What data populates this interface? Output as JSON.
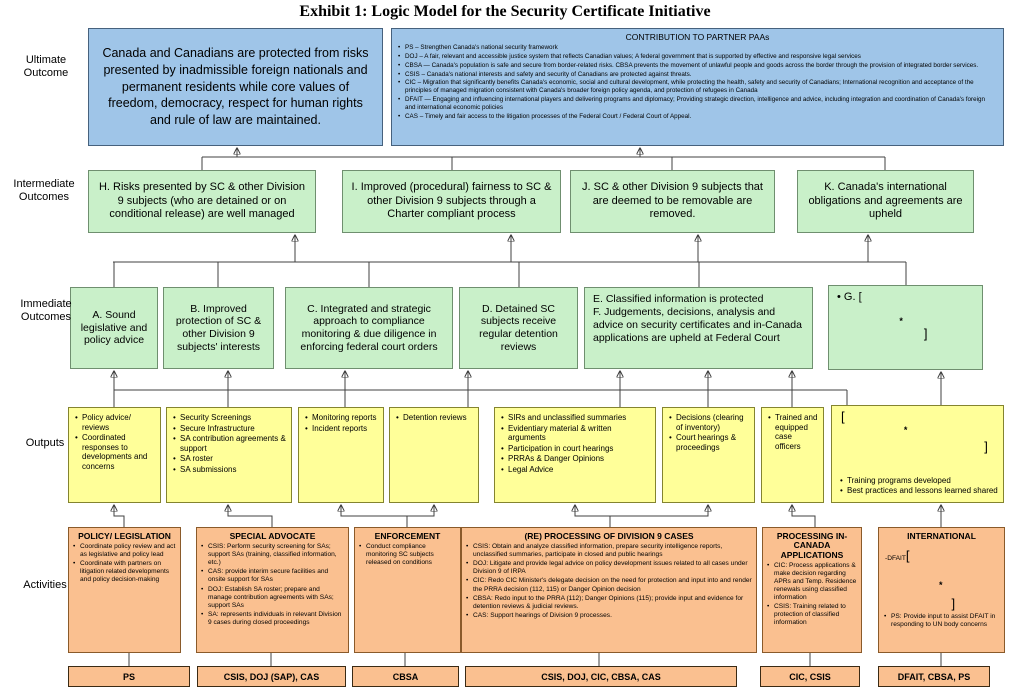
{
  "title": "Exhibit 1: Logic Model for the Security Certificate Initiative",
  "colors": {
    "blue": "#9FC5E8",
    "green": "#C9F0C9",
    "yellow": "#FFFF99",
    "orange": "#FAC090",
    "line": "#404040"
  },
  "row_labels": {
    "ultimate": "Ultimate\nOutcome",
    "intermediate": "Intermediate\nOutcomes",
    "immediate": "Immediate\nOutcomes",
    "outputs": "Outputs",
    "activities": "Activities"
  },
  "ultimate_outcome": "Canada and Canadians are protected from risks presented by inadmissible foreign nationals and permanent residents while core values of freedom, democracy, respect for human rights and rule of law are maintained.",
  "contribution": {
    "title": "CONTRIBUTION TO PARTNER PAAs",
    "items": [
      "PS – Strengthen Canada's national security framework",
      "DOJ – A fair, relevant and accessible justice system that reflects Canadian values; A federal government that is supported by effective and responsive legal services",
      "CBSA — Canada's population is safe and secure from border-related risks.  CBSA prevents the movement of unlawful people and goods across the border through the provision of integrated border services.",
      "CSIS – Canada's national interests and safety and security of Canadians are protected against threats.",
      "CIC – Migration that significantly benefits Canada's economic, social and cultural development, while protecting the health, safety and security of Canadians; International recognition and acceptance of the principles of managed migration consistent with Canada's broader foreign policy agenda, and protection of refugees in Canada",
      "DFAIT — Engaging and influencing international players and delivering programs and diplomacy; Providing strategic direction, intelligence and advice, including integration and coordination of Canada's foreign and international economic policies",
      "CAS – Timely and fair access to the litigation processes of the Federal Court / Federal Court of Appeal."
    ]
  },
  "intermediate_outcomes": [
    "H. Risks presented by SC & other Division 9 subjects (who are detained or on conditional release) are well managed",
    "I. Improved (procedural) fairness to SC & other Division 9 subjects through a Charter compliant process",
    "J. SC & other Division 9 subjects that are deemed to be removable are removed.",
    "K. Canada's international obligations and agreements are upheld"
  ],
  "immediate_outcomes": {
    "a": "A. Sound legislative and policy advice",
    "b": "B. Improved protection of SC & other Division 9 subjects' interests",
    "c": "C. Integrated and strategic approach to compliance monitoring & due diligence in enforcing federal court orders",
    "d": "D. Detained SC subjects receive regular detention reviews",
    "ef_lines": [
      "E. Classified information is protected",
      "F. Judgements, decisions, analysis and advice on security certificates and in-Canada applications are upheld at Federal Court"
    ],
    "g": {
      "label": "• G. [",
      "star": "*",
      "close": "]"
    }
  },
  "outputs": [
    {
      "items": [
        "Policy advice/ reviews",
        "Coordinated responses to developments and concerns"
      ]
    },
    {
      "items": [
        "Security Screenings",
        "Secure Infrastructure",
        "SA contribution agreements & support",
        "SA roster",
        "SA submissions"
      ]
    },
    {
      "items": [
        "Monitoring reports",
        "Incident reports"
      ]
    },
    {
      "items": [
        "Detention reviews"
      ]
    },
    {
      "items": [
        "SIRs and unclassified summaries",
        "Evidentiary material & written arguments",
        "Participation in court hearings",
        "PRRAs & Danger Opinions",
        "Legal Advice"
      ]
    },
    {
      "items": [
        "Decisions (clearing of inventory)",
        "Court hearings & proceedings"
      ]
    },
    {
      "items": [
        "Trained and equipped case officers"
      ]
    },
    {
      "open": "[",
      "star": "*",
      "close": "]",
      "items": [
        "Training programs developed",
        "Best practices and lessons learned shared"
      ]
    }
  ],
  "activities": [
    {
      "heading": "POLICY/ LEGISLATION",
      "items": [
        "Coordinate policy review and act as legislative and policy lead",
        "Coordinate with partners on litigation related developments and policy decision-making"
      ]
    },
    {
      "heading": "SPECIAL ADVOCATE",
      "items": [
        "CSIS: Perform security screening for SAs; support SAs (training, classified information, etc.)",
        "CAS: provide interim secure facilities and onsite support for SAs",
        "DOJ: Establish SA roster; prepare and manage contribution agreements with SAs; support SAs",
        "SA: represents individuals in relevant Division 9 cases during closed proceedings"
      ]
    },
    {
      "heading": "ENFORCEMENT",
      "items": [
        "Conduct compliance monitoring SC subjects released on conditions"
      ]
    },
    {
      "heading": "(RE) PROCESSING OF DIVISION 9 CASES",
      "items": [
        "CSIS: Obtain and analyze classified information, prepare security intelligence reports, unclassified summaries, participate in closed and public hearings",
        "DOJ: Litigate and provide legal advice on policy development issues related to all cases under Division 9 of IRPA",
        "CIC: Redo CIC Minister's delegate decision on the need for protection and input into and render the PRRA decision (112, 115) or Danger Opinion decision",
        "CBSA: Redo input to the PRRA (112); Danger Opinions (115); provide input and evidence for detention reviews & judicial reviews.",
        "CAS: Support hearings of Division 9 processes."
      ]
    },
    {
      "heading": "PROCESSING IN-CANADA APPLICATIONS",
      "items": [
        "CIC: Process applications & make decision regarding APRs and Temp. Residence renewals using classified information",
        "CSIS: Training related to protection of classified information"
      ]
    },
    {
      "heading": "INTERNATIONAL",
      "dfait": "-DFAIT",
      "open": "[",
      "star": "*",
      "close": "]",
      "items": [
        "PS: Provide input to assist DFAIT in responding to UN body concerns"
      ]
    }
  ],
  "partners": [
    "PS",
    "CSIS, DOJ (SAP), CAS",
    "CBSA",
    "CSIS, DOJ, CIC, CBSA, CAS",
    "CIC, CSIS",
    "DFAIT, CBSA, PS"
  ]
}
